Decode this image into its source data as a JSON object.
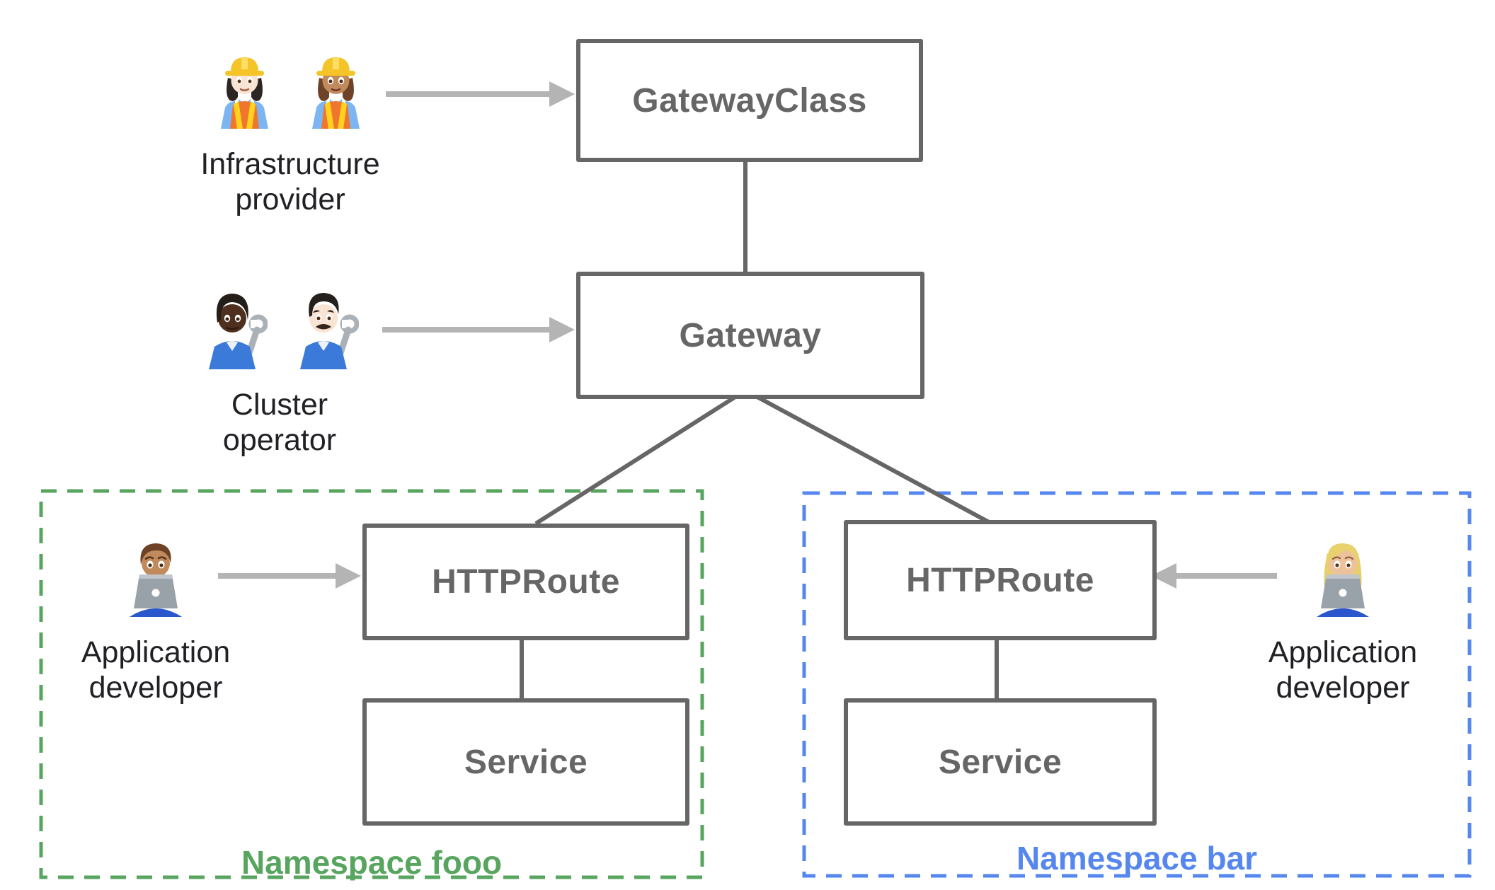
{
  "diagram": {
    "nodes": {
      "gateway_class": {
        "label": "GatewayClass"
      },
      "gateway": {
        "label": "Gateway"
      },
      "httproute_foo": {
        "label": "HTTPRoute"
      },
      "service_foo": {
        "label": "Service"
      },
      "httproute_bar": {
        "label": "HTTPRoute"
      },
      "service_bar": {
        "label": "Service"
      }
    },
    "edges": [
      {
        "from": "gateway_class",
        "to": "gateway"
      },
      {
        "from": "gateway",
        "to": "httproute_foo"
      },
      {
        "from": "gateway",
        "to": "httproute_bar"
      },
      {
        "from": "httproute_foo",
        "to": "service_foo"
      },
      {
        "from": "httproute_bar",
        "to": "service_bar"
      }
    ],
    "personas": {
      "infrastructure_provider": {
        "label": "Infrastructure provider",
        "points_to": "gateway_class",
        "icons": [
          {
            "name": "woman-construction-worker-light-skin-emoji",
            "unicode": "👷🏻‍♀️"
          },
          {
            "name": "woman-construction-worker-medium-skin-emoji",
            "unicode": "👷🏽‍♀️"
          }
        ]
      },
      "cluster_operator": {
        "label": "Cluster operator",
        "points_to": "gateway",
        "icons": [
          {
            "name": "mechanic-dark-skin-emoji",
            "unicode": "🧑🏿‍🔧"
          },
          {
            "name": "man-mechanic-light-skin-emoji",
            "unicode": "👨🏻‍🔧"
          }
        ]
      },
      "application_developer_foo": {
        "label": "Application developer",
        "points_to": "httproute_foo",
        "icons": [
          {
            "name": "man-technologist-medium-skin-emoji",
            "unicode": "👨🏽‍💻"
          }
        ]
      },
      "application_developer_bar": {
        "label": "Application developer",
        "points_to": "httproute_bar",
        "icons": [
          {
            "name": "woman-technologist-medium-light-skin-emoji",
            "unicode": "👩🏼‍💻"
          }
        ]
      }
    },
    "namespaces": {
      "foo": {
        "label": "Namespace fooo",
        "accent_color": "#58a55f"
      },
      "bar": {
        "label": "Namespace bar",
        "accent_color": "#5687ee"
      }
    },
    "colors": {
      "node_border": "#666666",
      "node_text": "#666666",
      "connector_line": "#666666",
      "actor_arrow": "#b4b4b4",
      "persona_label_text": "#202124",
      "namespace_foo_accent": "#58a55f",
      "namespace_bar_accent": "#5687ee",
      "background": "#ffffff"
    }
  }
}
